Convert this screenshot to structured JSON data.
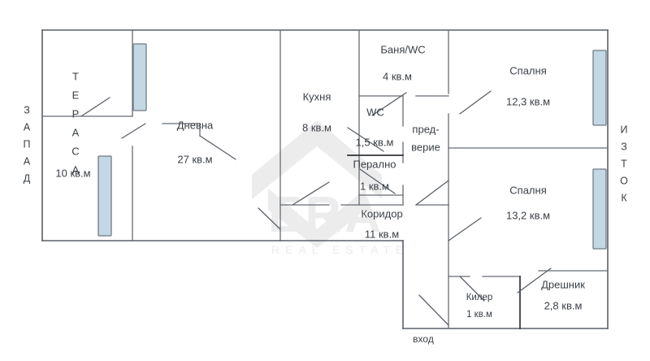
{
  "plan": {
    "compass_west": [
      "З",
      "А",
      "П",
      "А",
      "Д"
    ],
    "compass_east": [
      "И",
      "З",
      "Т",
      "О",
      "К"
    ],
    "entrance_label": "вход",
    "watermark": {
      "brand": "ERA",
      "tagline": "REAL ESTATE",
      "color": "#ececec"
    },
    "colors": {
      "wall": "#5a6068",
      "wall_dark": "#2f3338",
      "window_glass": "#c3d7e4",
      "window_frame": "#6f7b85",
      "text": "#3a3f45",
      "background": "#ffffff"
    },
    "rooms": [
      {
        "id": "terasa",
        "name_lines": [
          "Т",
          "Е",
          "Р",
          "А",
          "С",
          "А"
        ],
        "name": "ТЕРАСА",
        "area": "10 кв.м"
      },
      {
        "id": "dnevna",
        "name": "Дневна",
        "area": "27 кв.м"
      },
      {
        "id": "kuhnya",
        "name": "Кухня",
        "area": "8 кв.м"
      },
      {
        "id": "banya_wc",
        "name": "Баня/WC",
        "area": "4 кв.м"
      },
      {
        "id": "wc",
        "name": "WC",
        "area": "1,5 кв.м"
      },
      {
        "id": "peralno",
        "name": "Перално",
        "area": "1 кв.м"
      },
      {
        "id": "predverie",
        "name_lines": [
          "пред-",
          "верие"
        ],
        "name": "предверие",
        "area": ""
      },
      {
        "id": "koridor",
        "name": "Коридор",
        "area": "11 кв.м"
      },
      {
        "id": "spalnya1",
        "name": "Спалня",
        "area": "12,3 кв.м"
      },
      {
        "id": "spalnya2",
        "name": "Спалня",
        "area": "13,2 кв.м"
      },
      {
        "id": "kiler",
        "name": "Килер",
        "area": "1 кв.м"
      },
      {
        "id": "dreshnik",
        "name": "Дрешник",
        "area": "2,8 кв.м"
      }
    ]
  }
}
